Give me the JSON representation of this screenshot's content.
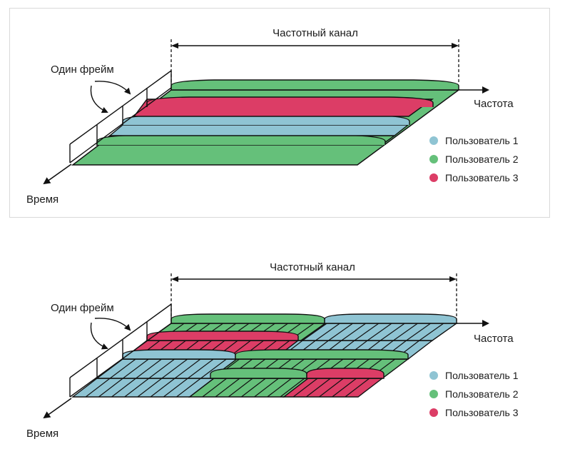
{
  "colors": {
    "user1": "#8fc4d3",
    "user2": "#65c07a",
    "user3": "#dc3d66",
    "line": "#111111",
    "border": "#d9d9d9"
  },
  "top": {
    "channel_label": "Частотный канал",
    "frame_label": "Один фрейм",
    "freq_label": "Частота",
    "time_label": "Время",
    "legend": [
      {
        "label": "Пользователь 1",
        "color": "#8fc4d3"
      },
      {
        "label": "Пользователь 2",
        "color": "#65c07a"
      },
      {
        "label": "Пользователь 3",
        "color": "#dc3d66"
      }
    ]
  },
  "bottom": {
    "channel_label": "Частотный канал",
    "frame_label": "Один фрейм",
    "freq_label": "Частота",
    "time_label": "Время",
    "legend": [
      {
        "label": "Пользователь 1",
        "color": "#8fc4d3"
      },
      {
        "label": "Пользователь 2",
        "color": "#65c07a"
      },
      {
        "label": "Пользователь 3",
        "color": "#dc3d66"
      }
    ]
  }
}
